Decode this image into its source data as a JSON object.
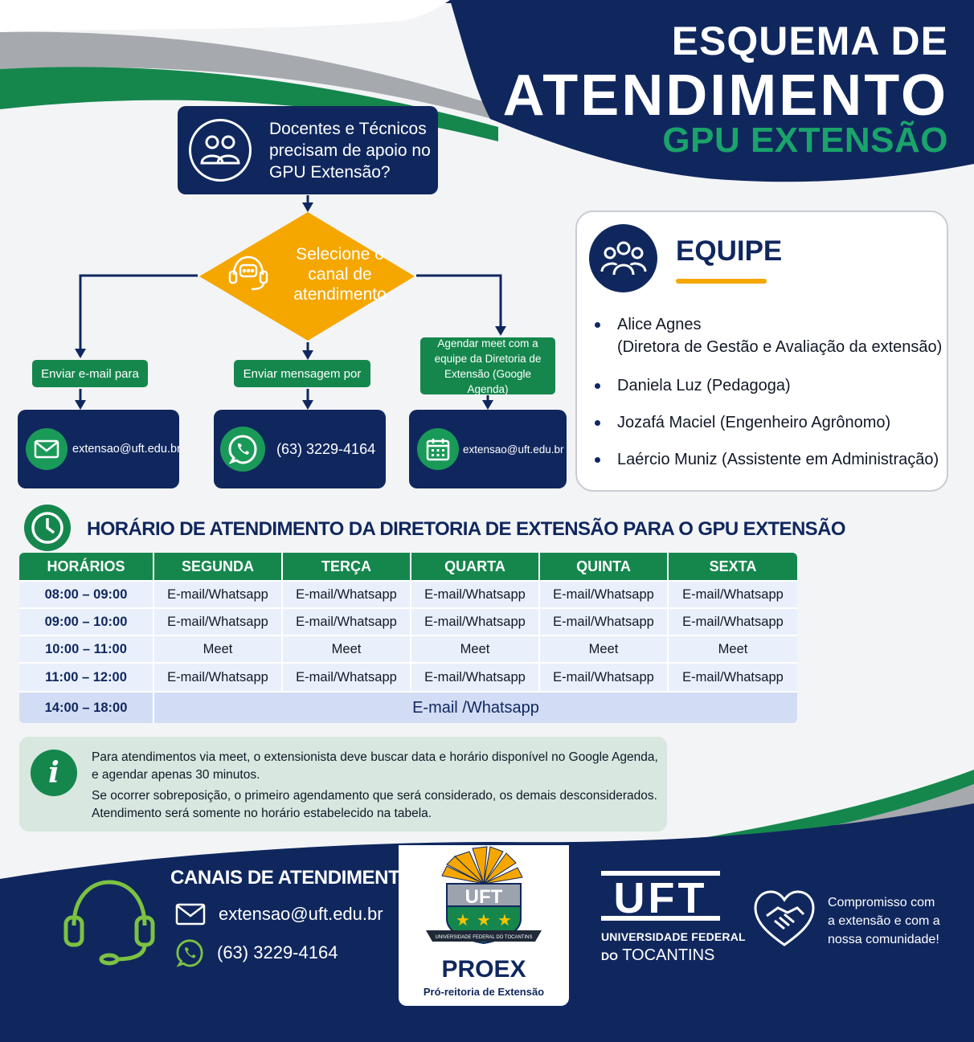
{
  "header": {
    "title_line1": "ESQUEMA DE",
    "title_line2": "ATENDIMENTO",
    "title_line3": "GPU EXTENSÃO"
  },
  "flow": {
    "question": [
      "Docentes e Técnicos",
      "precisam de apoio no",
      "GPU Extensão?"
    ],
    "decision": [
      "Selecione o",
      "canal de",
      "atendimento"
    ],
    "options": [
      {
        "label": [
          "Enviar e-mail para"
        ],
        "channel": "extensao@uft.edu.br",
        "icon": "envelope-icon"
      },
      {
        "label": [
          "Enviar mensagem por"
        ],
        "channel": "(63) 3229-4164",
        "icon": "whatsapp-icon"
      },
      {
        "label": [
          "Agendar meet com a",
          "equipe da Diretoria de",
          "Extensão (Google Agenda)"
        ],
        "channel": "extensao@uft.edu.br",
        "icon": "calendar-icon"
      }
    ]
  },
  "team": {
    "title": "EQUIPE",
    "members": [
      {
        "name": "Alice Agnes",
        "role": "(Diretora de Gestão e Avaliação da extensão)"
      },
      {
        "name": "Daniela Luz (Pedagoga)",
        "role": ""
      },
      {
        "name": "Jozafá Maciel (Engenheiro Agrônomo)",
        "role": ""
      },
      {
        "name": "Laércio Muniz (Assistente em Administração)",
        "role": ""
      }
    ]
  },
  "schedule": {
    "title": "HORÁRIO DE ATENDIMENTO DA DIRETORIA DE EXTENSÃO PARA O GPU EXTENSÃO",
    "headers": [
      "HORÁRIOS",
      "SEGUNDA",
      "TERÇA",
      "QUARTA",
      "QUINTA",
      "SEXTA"
    ],
    "rows": [
      [
        "08:00 – 09:00",
        "E-mail/Whatsapp",
        "E-mail/Whatsapp",
        "E-mail/Whatsapp",
        "E-mail/Whatsapp",
        "E-mail/Whatsapp"
      ],
      [
        "09:00 – 10:00",
        "E-mail/Whatsapp",
        "E-mail/Whatsapp",
        "E-mail/Whatsapp",
        "E-mail/Whatsapp",
        "E-mail/Whatsapp"
      ],
      [
        "10:00 – 11:00",
        "Meet",
        "Meet",
        "Meet",
        "Meet",
        "Meet"
      ],
      [
        "11:00 – 12:00",
        "E-mail/Whatsapp",
        "E-mail/Whatsapp",
        "E-mail/Whatsapp",
        "E-mail/Whatsapp",
        "E-mail/Whatsapp"
      ]
    ],
    "last_row": {
      "time": "14:00 – 18:00",
      "value": "E-mail /Whatsapp"
    }
  },
  "note": {
    "lines": [
      "Para atendimentos via meet, o extensionista deve buscar data e horário disponível no Google Agenda,",
      "e agendar apenas 30 minutos.",
      "Se ocorrer sobreposição, o primeiro agendamento que será considerado, os demais desconsiderados.",
      "Atendimento será somente no horário estabelecido na tabela."
    ]
  },
  "footer": {
    "channels_title": "CANAIS DE ATENDIMENTO",
    "email": "extensao@uft.edu.br",
    "phone": "(63) 3229-4164",
    "proex_emblem_text": "UFT",
    "proex_banner_text": "UNIVERSIDADE FEDERAL DO TOCANTINS",
    "proex_title": "PROEX",
    "proex_subtitle": "Pró-reitoria de Extensão",
    "uft_logo_text": "UFT",
    "uft_line1": "UNIVERSIDADE FEDERAL",
    "uft_line2_small": "DO",
    "uft_line2": "TOCANTINS",
    "commitment": [
      "Compromisso com",
      "a extensão e com a",
      "nossa comunidade!"
    ]
  },
  "colors": {
    "navy": "#10275e",
    "green": "#15874d",
    "light_green": "#1aa36a",
    "orange": "#f5a700",
    "lime": "#7cc242"
  }
}
